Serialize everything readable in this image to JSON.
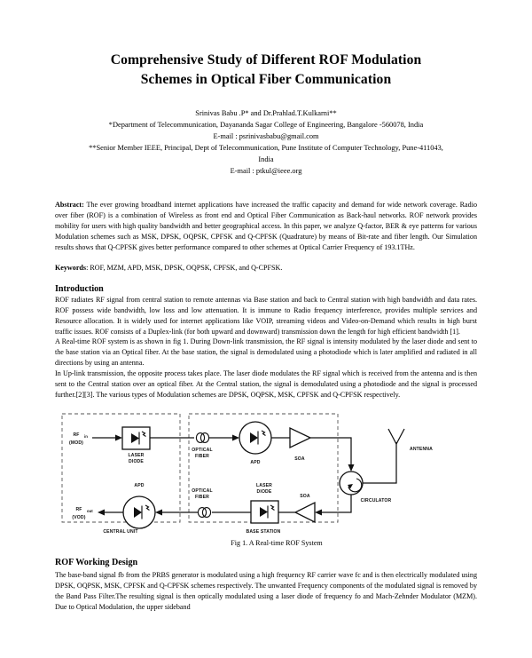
{
  "paper": {
    "title_line1": "Comprehensive Study of Different ROF Modulation",
    "title_line2": "Schemes in Optical Fiber Communication",
    "authors": {
      "line1": "Srinivas Babu .P* and Dr.Prahlad.T.Kulkarni**",
      "line2": "*Department of Telecommunication, Dayananda Sagar College of Engineering, Bangalore -560078, India",
      "line3": "E-mail : psrinivasbabu@gmail.com",
      "line4": "**Senior Member IEEE, Principal, Dept of Telecommunication,  Pune Institute of  Computer Technology, Pune-411043,",
      "line5": "India",
      "line6": "E-mail : ptkul@ieee.org"
    },
    "abstract": {
      "label": "Abstract:",
      "text": " The ever growing broadband internet applications have increased the traffic capacity and demand for wide network coverage. Radio over fiber (ROF) is a combination of Wireless as front end and Optical Fiber Communication as Back-haul networks. ROF network provides mobility for users with high quality bandwidth and better geographical access. In this paper, we analyze Q-factor, BER & eye patterns for various Modulation schemes such as MSK, DPSK, OQPSK, CPFSK and Q-CPFSK (Quadrature) by means of Bit-rate and fiber length. Our Simulation results shows that Q-CPFSK gives better performance compared to other schemes at Optical Carrier Frequency of 193.1THz."
    },
    "keywords": {
      "label": "Keywords",
      "text": ": ROF, MZM, APD, MSK, DPSK, OQPSK, CPFSK, and Q-CPFSK."
    },
    "sections": [
      {
        "heading": "Introduction",
        "paragraphs": [
          "ROF radiates RF signal from central station to remote antennas via Base station and back to Central station with high bandwidth and data rates. ROF possess wide bandwidth, low loss and low attenuation. It is immune to Radio frequency interference, provides multiple services and Resource allocation. It is widely used for internet applications like VOIP, streaming videos and Video-on-Demand which results in high burst traffic issues. ROF consists of a Duplex-link (for both upward and downward) transmission down the length for high efficient bandwidth [1].",
          "A Real-time ROF system is as shown in fig 1. During Down-link transmission, the RF signal is intensity modulated by the laser diode and sent to the base station via an Optical fiber. At the base station, the signal is demodulated using a photodiode which is later amplified and radiated in all directions by using an antenna.",
          "In Up-link transmission, the opposite process takes place. The laser diode modulates the RF signal which is received from the antenna and is then sent to the Central station over an optical fiber. At the Central station, the signal is demodulated using a photodiode and the signal is processed further.[2][3]. The various types of Modulation schemes are DPSK, OQPSK, MSK, CPFSK and Q-CPFSK respectively."
        ]
      },
      {
        "heading": "ROF Working Design",
        "paragraphs": [
          "The base-band signal fb from the PRBS generator is modulated using a high frequency RF carrier wave fc and is then electrically modulated using DPSK, OQPSK, MSK, CPFSK and Q-CPFSK schemes respectively. The unwanted Frequency components of the modulated signal is removed by the Band Pass Filter.The resulting signal is then optically modulated using a laser diode of frequency fo and Mach-Zehnder Modulator (MZM). Due to Optical Modulation, the upper sideband"
        ]
      }
    ],
    "figure": {
      "caption": "Fig 1. A Real-time ROF System",
      "labels": {
        "rf_in": "RF",
        "rf_in_sub": "in",
        "rf_in_note": "(MOD)",
        "rf_out": "RF",
        "rf_out_sub": "out",
        "rf_out_note": "(VOD)",
        "laser_diode_1_l1": "LASER",
        "laser_diode_1_l2": "DIODE",
        "laser_diode_2_l1": "LASER",
        "laser_diode_2_l2": "DIODE",
        "optical_fiber_1_l1": "OPTICAL",
        "optical_fiber_1_l2": "FIBER",
        "optical_fiber_2_l1": "OPTICAL",
        "optical_fiber_2_l2": "FIBER",
        "apd_top": "APD",
        "apd_bottom": "APD",
        "soa_top": "SOA",
        "soa_bottom": "SOA",
        "circulator": "CIRCULATOR",
        "antenna": "ANTENNA",
        "central_unit": "CENTRAL UNIT",
        "base_station": "BASE STATION"
      }
    }
  }
}
